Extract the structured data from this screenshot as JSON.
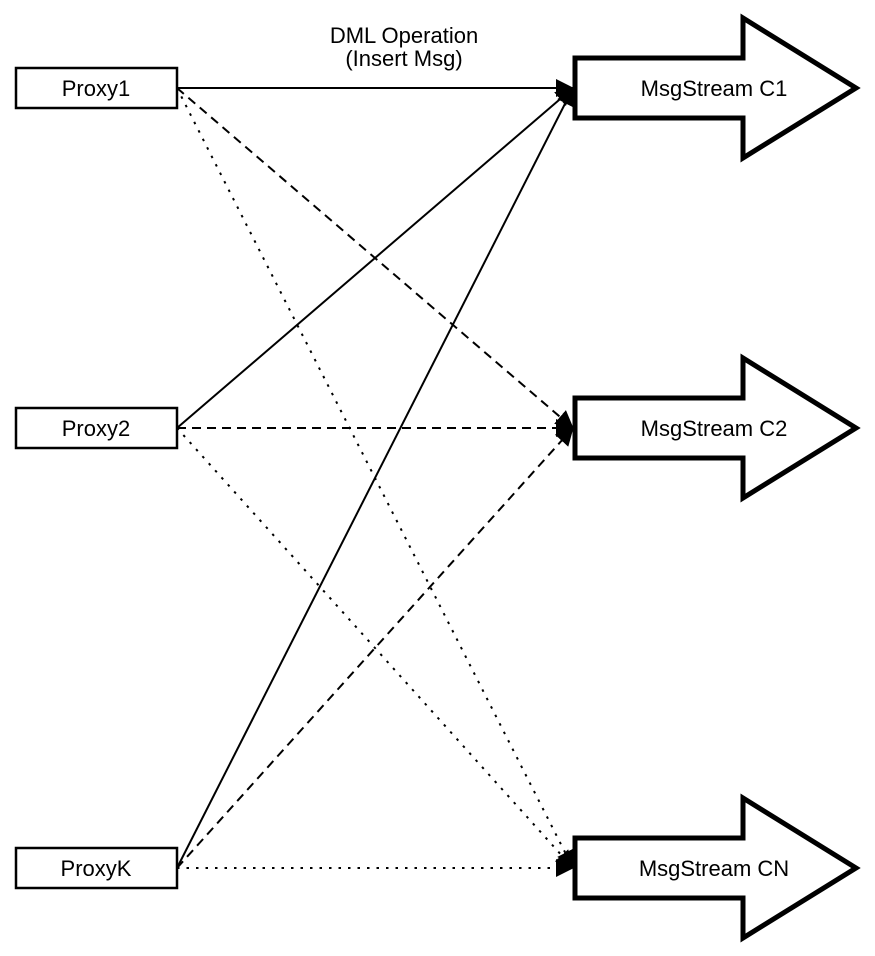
{
  "diagram": {
    "edge_label": {
      "line1": "DML Operation",
      "line2": "(Insert Msg)"
    },
    "proxies": [
      {
        "id": "proxy1",
        "label": "Proxy1"
      },
      {
        "id": "proxy2",
        "label": "Proxy2"
      },
      {
        "id": "proxyk",
        "label": "ProxyK"
      }
    ],
    "streams": [
      {
        "id": "msgstream-c1",
        "label": "MsgStream C1"
      },
      {
        "id": "msgstream-c2",
        "label": "MsgStream C2"
      },
      {
        "id": "msgstream-cn",
        "label": "MsgStream CN"
      }
    ],
    "edges": [
      {
        "from": "proxy1",
        "to": "msgstream-c1",
        "style": "solid"
      },
      {
        "from": "proxy1",
        "to": "msgstream-c2",
        "style": "dashed"
      },
      {
        "from": "proxy1",
        "to": "msgstream-cn",
        "style": "dotted"
      },
      {
        "from": "proxy2",
        "to": "msgstream-c1",
        "style": "solid"
      },
      {
        "from": "proxy2",
        "to": "msgstream-c2",
        "style": "dashed"
      },
      {
        "from": "proxy2",
        "to": "msgstream-cn",
        "style": "dotted"
      },
      {
        "from": "proxyk",
        "to": "msgstream-c1",
        "style": "solid"
      },
      {
        "from": "proxyk",
        "to": "msgstream-c2",
        "style": "dashed"
      },
      {
        "from": "proxyk",
        "to": "msgstream-cn",
        "style": "dotted"
      }
    ],
    "colors": {
      "stroke": "#000000",
      "fill": "#ffffff"
    }
  }
}
